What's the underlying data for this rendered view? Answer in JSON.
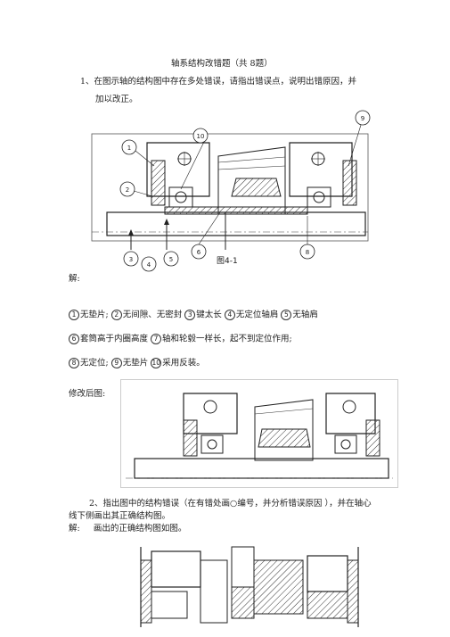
{
  "title": "轴系结构改错题（共    8题）",
  "q1": {
    "line1": "1、在图示轴的结构图中存在多处错误，请指出错误点，说明出错原因，并",
    "line2": "加以改正。",
    "figure_label": "图4-1",
    "callouts": [
      "1",
      "2",
      "3",
      "4",
      "5",
      "6",
      "8",
      "9",
      "10"
    ]
  },
  "answer": {
    "label": "解:",
    "line1": [
      {
        "n": "1",
        "t": "无垫片;"
      },
      {
        "n": "2",
        "t": "无间隙、无密封"
      },
      {
        "n": "3",
        "t": "键太长"
      },
      {
        "n": "4",
        "t": "无定位轴肩"
      },
      {
        "n": "5",
        "t": "无轴肩"
      }
    ],
    "line2": [
      {
        "n": "6",
        "t": "套筒高于内圈高度"
      },
      {
        "n": "7",
        "t": "轴和轮毂一样长，起不到定位作用;"
      }
    ],
    "line3": [
      {
        "n": "8",
        "t": "无定位;"
      },
      {
        "n": "9",
        "t": "无垫片"
      },
      {
        "n": "10",
        "t": "采用反装。"
      }
    ]
  },
  "corrected_label": "修改后图:",
  "q2": {
    "line1": "2、指出图中的结构错误（在有错处画○编号，并分析错误原因    ），并在轴心",
    "line2": "线下侧画出其正确结构图。",
    "answer_label": "解:",
    "answer_text": "画出的正确结构图如图。"
  }
}
